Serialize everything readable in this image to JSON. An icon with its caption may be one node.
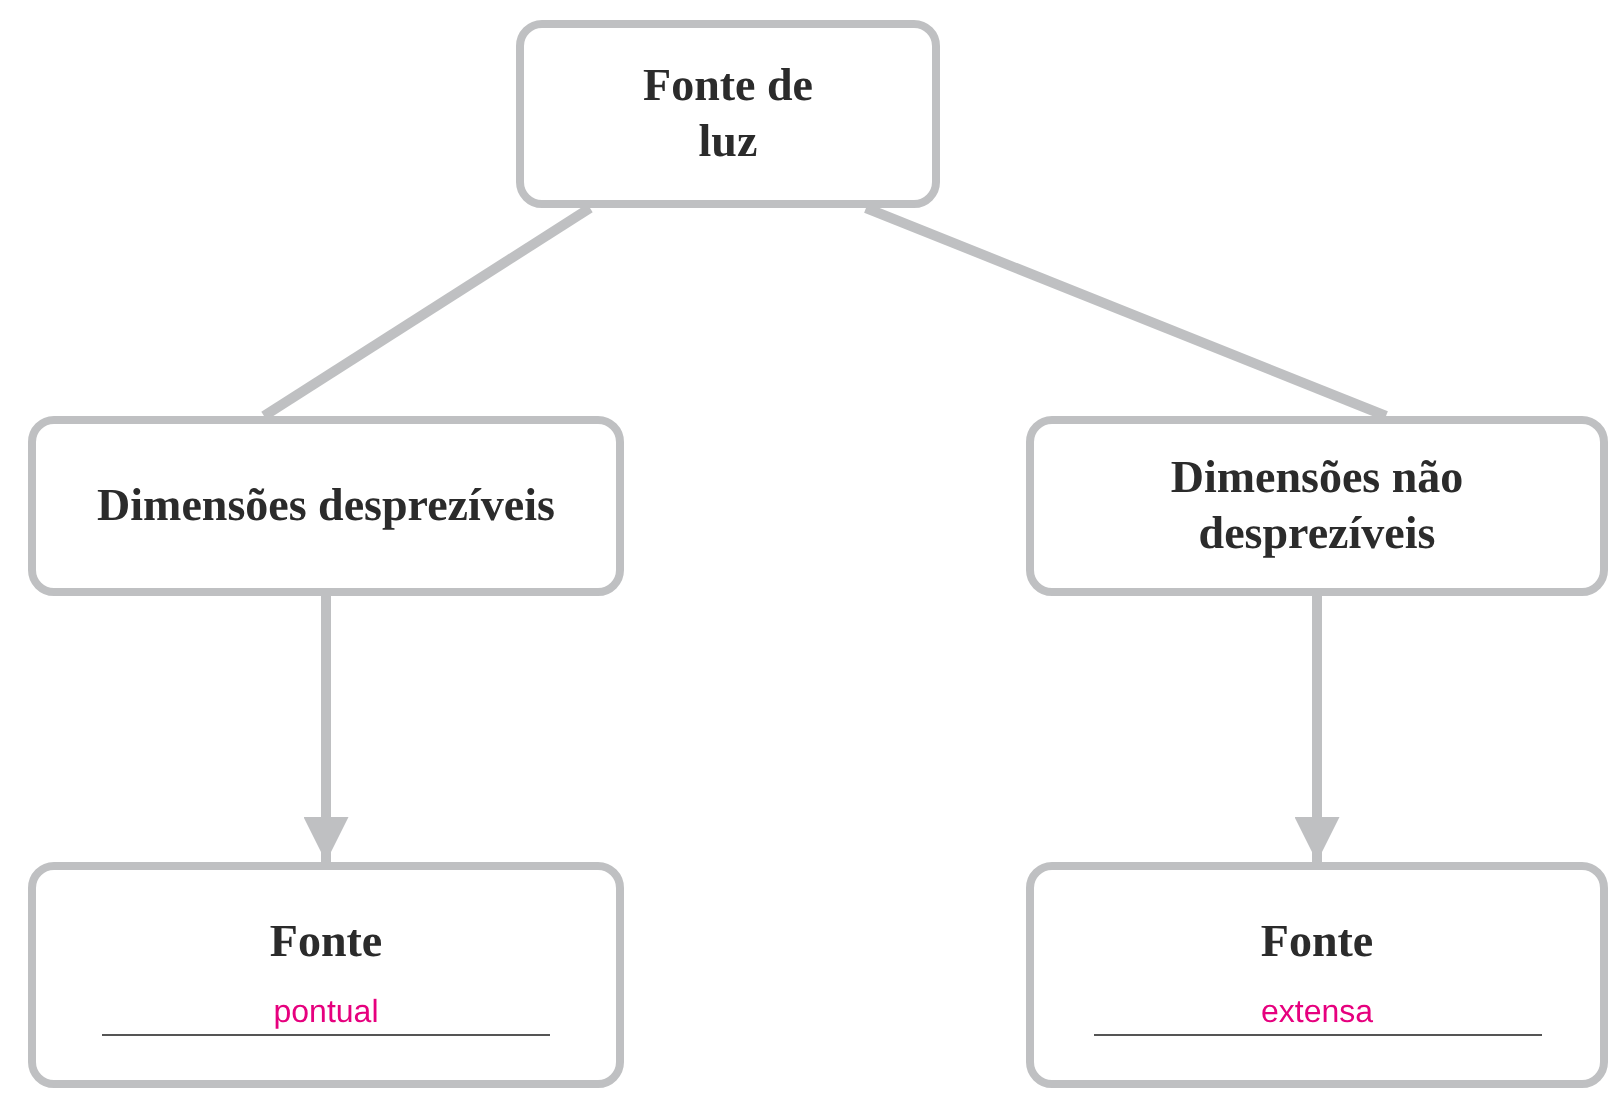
{
  "diagram": {
    "nodes": [
      {
        "text": [
          "Fonte de luz"
        ]
      },
      {
        "text": [
          "Dimensões desprezíveis"
        ]
      },
      {
        "text": [
          "Dimensões não desprezíveis"
        ]
      },
      {
        "text": [
          "Fonte",
          "pontual"
        ]
      },
      {
        "text": [
          "Fonte",
          "extensa"
        ]
      }
    ],
    "edges": [
      {
        "from": 0,
        "to": 1,
        "arrow": "none"
      },
      {
        "from": 0,
        "to": 2,
        "arrow": "none"
      },
      {
        "from": 1,
        "to": 3,
        "arrow": "to"
      },
      {
        "from": 2,
        "to": 4,
        "arrow": "to"
      }
    ]
  }
}
